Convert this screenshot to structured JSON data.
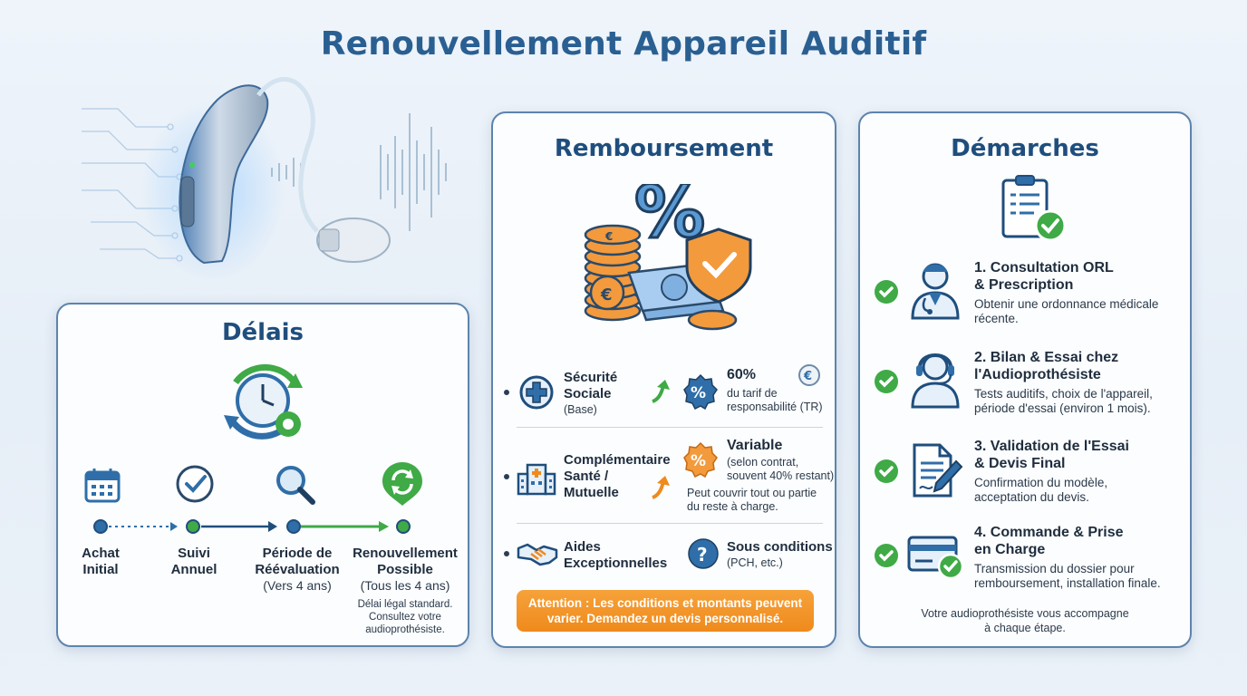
{
  "title": "Renouvellement Appareil Auditif",
  "colors": {
    "accent": "#2a5f92",
    "green": "#3faa46",
    "orange": "#ef8a1c",
    "blue_icon": "#2f6ea8"
  },
  "delais": {
    "title": "Délais",
    "icon": "clock-cycle-gear-icon",
    "steps": [
      {
        "icon": "calendar-icon",
        "label_1": "Achat",
        "label_2": "Initial"
      },
      {
        "icon": "check-circle-icon",
        "label_1": "Suivi",
        "label_2": "Annuel"
      },
      {
        "icon": "magnifier-icon",
        "label_1": "Période de",
        "label_2": "Réévaluation",
        "sub": "(Vers 4 ans)"
      },
      {
        "icon": "refresh-badge-icon",
        "label_1": "Renouvellement",
        "label_2": "Possible",
        "sub": "(Tous les 4 ans)",
        "note_1": "Délai légal standard.",
        "note_2": "Consultez votre",
        "note_3": "audioprothésiste."
      }
    ]
  },
  "remboursement": {
    "title": "Remboursement",
    "illustration": "percent-coins-shield-icon",
    "rows": [
      {
        "icon": "medical-cross-icon",
        "title_1": "Sécurité",
        "title_2": "Sociale",
        "sub": "(Base)",
        "value": "60%",
        "value_sub_1": "du tarif de",
        "value_sub_2": "responsabilité (TR)",
        "value_icon": "percent-badge-icon"
      },
      {
        "icon": "building-icon",
        "title_1": "Complémentaire",
        "title_2": "Santé /",
        "title_3": "Mutuelle",
        "value": "Variable",
        "value_sub_1": "(selon contrat,",
        "value_sub_2": "souvent 40% restant)",
        "extra_1": "Peut couvrir tout ou partie",
        "extra_2": "du reste à charge.",
        "value_icon": "percent-starburst-icon"
      },
      {
        "icon": "handshake-icon",
        "title_1": "Aides",
        "title_2": "Exceptionnelles",
        "value": "Sous conditions",
        "value_sub_1": "(PCH, etc.)",
        "value_icon": "question-icon"
      }
    ],
    "warning_1": "Attention : Les conditions et montants peuvent",
    "warning_2": "varier. Demandez un devis personnalisé."
  },
  "demarches": {
    "title": "Démarches",
    "icon": "clipboard-check-icon",
    "steps": [
      {
        "icon": "doctor-icon",
        "title_1": "1. Consultation ORL",
        "title_2": "& Prescription",
        "desc_1": "Obtenir une ordonnance médicale",
        "desc_2": "récente."
      },
      {
        "icon": "headset-person-icon",
        "title_1": "2. Bilan & Essai chez",
        "title_2": "l'Audioprothésiste",
        "desc_1": "Tests auditifs, choix de l'appareil,",
        "desc_2": "période d'essai (environ 1 mois)."
      },
      {
        "icon": "document-pen-icon",
        "title_1": "3. Validation de l'Essai",
        "title_2": "& Devis Final",
        "desc_1": "Confirmation du modèle,",
        "desc_2": "acceptation du devis."
      },
      {
        "icon": "card-check-icon",
        "title_1": "4. Commande & Prise",
        "title_2": "en Charge",
        "desc_1": "Transmission du dossier pour",
        "desc_2": "remboursement, installation finale."
      }
    ],
    "footer_1": "Votre audioprothésiste vous accompagne",
    "footer_2": "à chaque étape."
  }
}
